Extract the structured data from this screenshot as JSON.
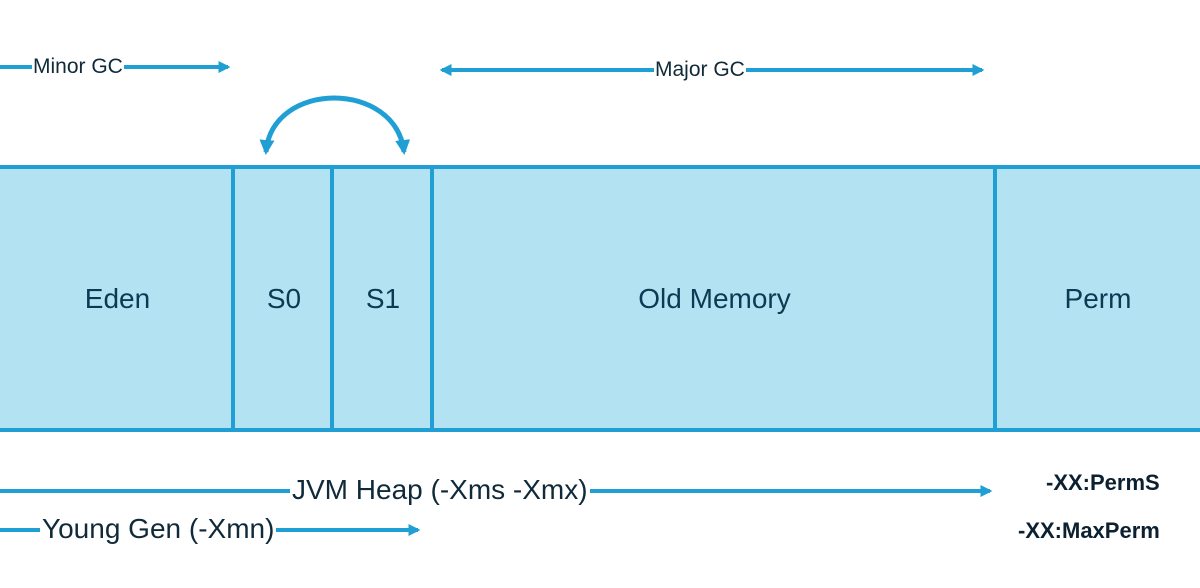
{
  "colors": {
    "accent": "#1f9fd3",
    "fill": "#b3e3f3",
    "text": "#0b3b52"
  },
  "gc": {
    "minor": "Minor GC",
    "major": "Major GC"
  },
  "regions": {
    "eden": "Eden",
    "s0": "S0",
    "s1": "S1",
    "old": "Old Memory",
    "perm": "Perm"
  },
  "labels": {
    "heap": "JVM Heap (-Xms -Xmx)",
    "young": "Young Gen (-Xmn)",
    "perm_size": "-XX:PermS",
    "max_perm": "-XX:MaxPerm"
  }
}
